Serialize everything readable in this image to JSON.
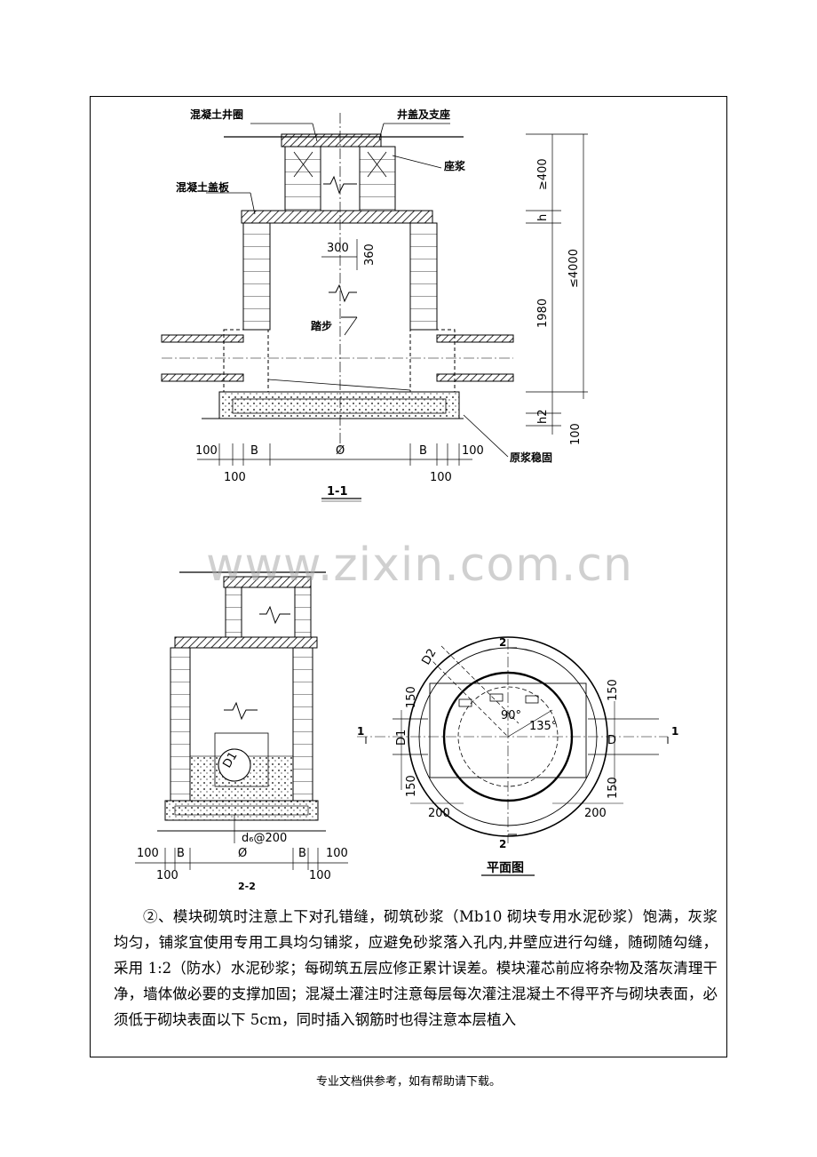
{
  "labels": {
    "concrete_collar": "混凝土井圈",
    "cover_seat": "井盖及支座",
    "seat_mortar": "座浆",
    "cover_slab": "混凝土盖板",
    "step": "踏步",
    "soil_stabilize": "原浆稳固"
  },
  "dims": {
    "d300": "300",
    "d360": "360",
    "d400": "≥400",
    "h": "h",
    "d4000": "≤4000",
    "d1980": "1980",
    "h2": "h2",
    "d100": "100",
    "B": "B",
    "phi": "Ø",
    "d150": "150",
    "d200": "200",
    "D1": "D1",
    "D2": "D2",
    "D": "D",
    "a90": "90°",
    "a135": "135°",
    "bar": "d₆@200",
    "sec1": "1",
    "sec2": "2"
  },
  "section_1_title": "1-1",
  "section_2_title": "2-2",
  "plan_title": "平面图",
  "watermark": "www.zixin.com.cn",
  "body_text": "②、模块砌筑时注意上下对孔错缝，砌筑砂浆（Mb10 砌块专用水泥砂浆）饱满，灰浆均匀，铺浆宜使用专用工具均匀铺浆，应避免砂浆落入孔内,井壁应进行勾缝，随砌随勾缝，采用 1:2（防水）水泥砂浆；每砌筑五层应修正累计误差。模块灌芯前应将杂物及落灰清理干净，墙体做必要的支撑加固；混凝土灌注时注意每层每次灌注混凝土不得平齐与砌块表面，必须低于砌块表面以下 5cm，同时插入钢筋时也得注意本层植入",
  "footer": "专业文档供参考，如有帮助请下载。"
}
